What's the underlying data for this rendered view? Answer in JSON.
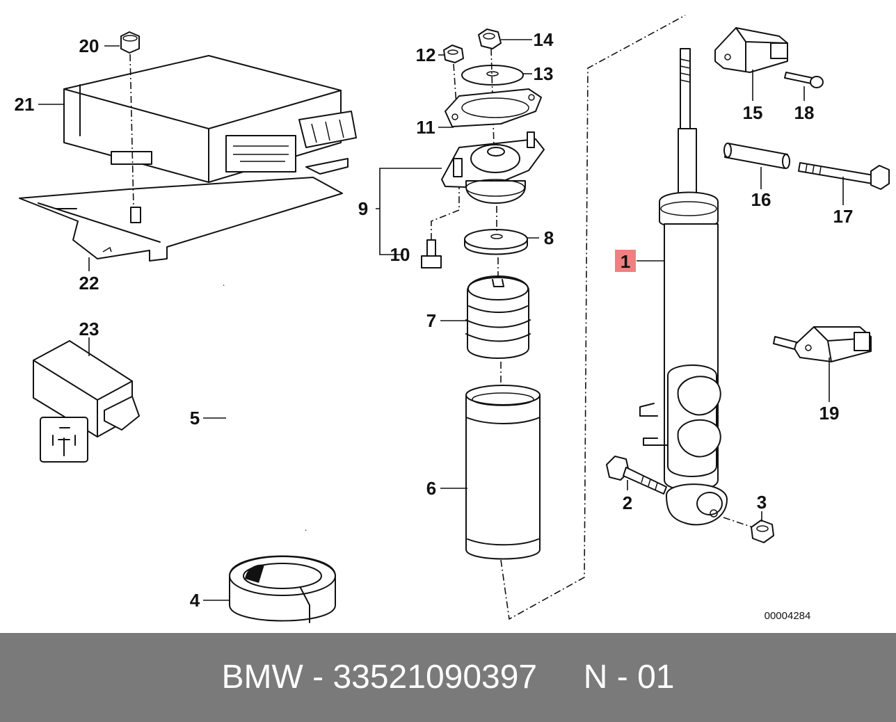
{
  "diagram": {
    "callouts": {
      "c1": "1",
      "c2": "2",
      "c3": "3",
      "c4": "4",
      "c5": "5",
      "c6": "6",
      "c7": "7",
      "c8": "8",
      "c9": "9",
      "c10": "10",
      "c11": "11",
      "c12": "12",
      "c13": "13",
      "c14": "14",
      "c15": "15",
      "c16": "16",
      "c17": "17",
      "c18": "18",
      "c19": "19",
      "c20": "20",
      "c21": "21",
      "c22": "22",
      "c23": "23"
    },
    "reference_number": "00004284",
    "highlight_color": "#f08080"
  },
  "footer": {
    "text": "BMW - 33521090397     N - 01"
  }
}
